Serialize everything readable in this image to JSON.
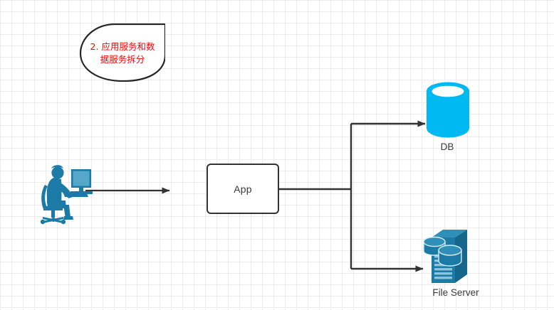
{
  "diagram": {
    "type": "architecture-flow-diagram",
    "background": "graph-paper-grid",
    "grid_color": "#ececec",
    "colors": {
      "stroke": "#333333",
      "note_text": "#ff0000",
      "db_fill": "#00b9f2",
      "server_fill": "#1b7ba6",
      "actor_fill": "#1b7ba6",
      "label_text": "#3b3b3b"
    },
    "note": {
      "id": "callout-note",
      "shape": "tag-callout",
      "line1": "2. 应用服务和数",
      "line2": "据服务拆分",
      "full_text": "2. 应用服务和数据服务拆分"
    },
    "nodes": [
      {
        "id": "actor",
        "label": "",
        "icon": "person-at-computer-icon"
      },
      {
        "id": "app",
        "label": "App",
        "icon": "process-box"
      },
      {
        "id": "db",
        "label": "DB",
        "icon": "database-cylinder-icon"
      },
      {
        "id": "file-server",
        "label": "File Server",
        "icon": "file-server-icon"
      }
    ],
    "edges": [
      {
        "id": "actor-to-app",
        "from": "actor",
        "to": "app",
        "label": "",
        "style": "solid-arrow"
      },
      {
        "id": "app-to-db",
        "from": "app",
        "to": "db",
        "label": "",
        "style": "orthogonal-arrow"
      },
      {
        "id": "app-to-fs",
        "from": "app",
        "to": "file-server",
        "label": "",
        "style": "orthogonal-arrow"
      }
    ]
  }
}
